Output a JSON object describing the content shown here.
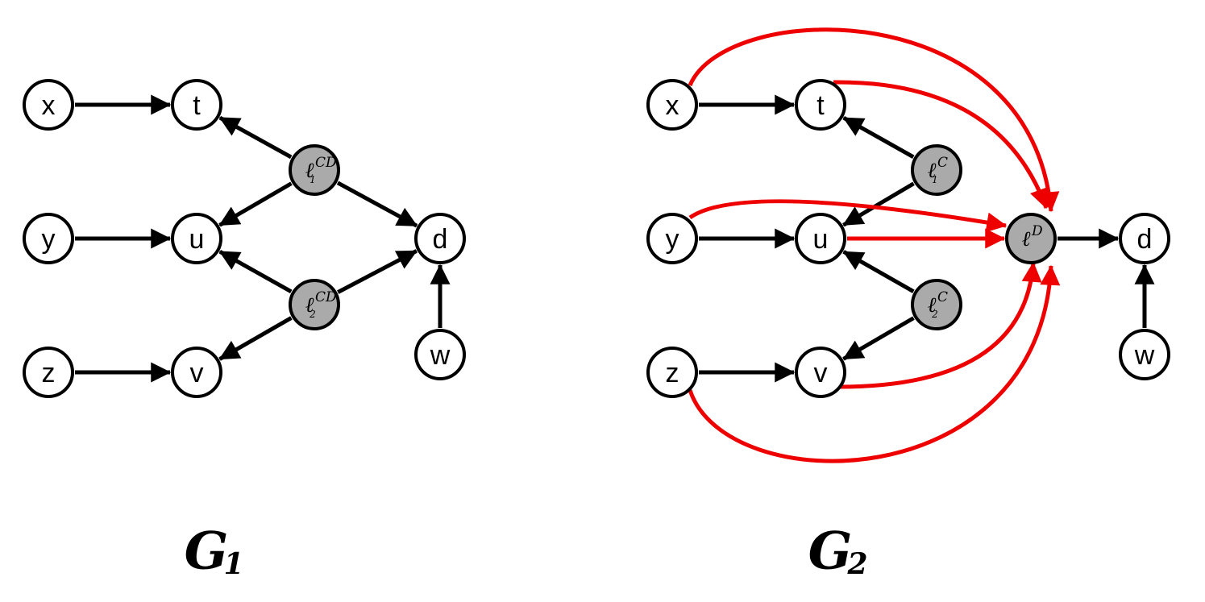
{
  "graphs": [
    {
      "caption": "G",
      "caption_sub": "1",
      "nodes": [
        {
          "id": "x",
          "label": "x",
          "latent": false
        },
        {
          "id": "t",
          "label": "t",
          "latent": false
        },
        {
          "id": "y",
          "label": "y",
          "latent": false
        },
        {
          "id": "u",
          "label": "u",
          "latent": false
        },
        {
          "id": "z",
          "label": "z",
          "latent": false
        },
        {
          "id": "v",
          "label": "v",
          "latent": false
        },
        {
          "id": "l1",
          "label": "ℓ",
          "sub": "1",
          "sup": "CD",
          "latent": true
        },
        {
          "id": "l2",
          "label": "ℓ",
          "sub": "2",
          "sup": "CD",
          "latent": true
        },
        {
          "id": "d",
          "label": "d",
          "latent": false
        },
        {
          "id": "w",
          "label": "w",
          "latent": false
        }
      ],
      "edges": [
        {
          "from": "x",
          "to": "t",
          "color": "black"
        },
        {
          "from": "y",
          "to": "u",
          "color": "black"
        },
        {
          "from": "z",
          "to": "v",
          "color": "black"
        },
        {
          "from": "l1",
          "to": "t",
          "color": "black"
        },
        {
          "from": "l1",
          "to": "u",
          "color": "black"
        },
        {
          "from": "l1",
          "to": "d",
          "color": "black"
        },
        {
          "from": "l2",
          "to": "u",
          "color": "black"
        },
        {
          "from": "l2",
          "to": "v",
          "color": "black"
        },
        {
          "from": "l2",
          "to": "d",
          "color": "black"
        },
        {
          "from": "w",
          "to": "d",
          "color": "black"
        }
      ]
    },
    {
      "caption": "G",
      "caption_sub": "2",
      "nodes": [
        {
          "id": "x",
          "label": "x",
          "latent": false
        },
        {
          "id": "t",
          "label": "t",
          "latent": false
        },
        {
          "id": "y",
          "label": "y",
          "latent": false
        },
        {
          "id": "u",
          "label": "u",
          "latent": false
        },
        {
          "id": "z",
          "label": "z",
          "latent": false
        },
        {
          "id": "v",
          "label": "v",
          "latent": false
        },
        {
          "id": "l1",
          "label": "ℓ",
          "sub": "1",
          "sup": "C",
          "latent": true
        },
        {
          "id": "l2",
          "label": "ℓ",
          "sub": "2",
          "sup": "C",
          "latent": true
        },
        {
          "id": "lD",
          "label": "ℓ",
          "sup": "D",
          "latent": true
        },
        {
          "id": "d",
          "label": "d",
          "latent": false
        },
        {
          "id": "w",
          "label": "w",
          "latent": false
        }
      ],
      "edges": [
        {
          "from": "x",
          "to": "t",
          "color": "black"
        },
        {
          "from": "y",
          "to": "u",
          "color": "black"
        },
        {
          "from": "z",
          "to": "v",
          "color": "black"
        },
        {
          "from": "l1",
          "to": "t",
          "color": "black"
        },
        {
          "from": "l1",
          "to": "u",
          "color": "black"
        },
        {
          "from": "l2",
          "to": "u",
          "color": "black"
        },
        {
          "from": "l2",
          "to": "v",
          "color": "black"
        },
        {
          "from": "lD",
          "to": "d",
          "color": "black"
        },
        {
          "from": "w",
          "to": "d",
          "color": "black"
        },
        {
          "from": "x",
          "to": "lD",
          "color": "red"
        },
        {
          "from": "t",
          "to": "lD",
          "color": "red"
        },
        {
          "from": "y",
          "to": "lD",
          "color": "red"
        },
        {
          "from": "u",
          "to": "lD",
          "color": "red"
        },
        {
          "from": "v",
          "to": "lD",
          "color": "red"
        },
        {
          "from": "z",
          "to": "lD",
          "color": "red"
        }
      ]
    }
  ],
  "colors": {
    "edge": "#000000",
    "added_edge": "#ee0000",
    "latent_fill": "#aaaaaa",
    "observed_fill": "#ffffff"
  }
}
